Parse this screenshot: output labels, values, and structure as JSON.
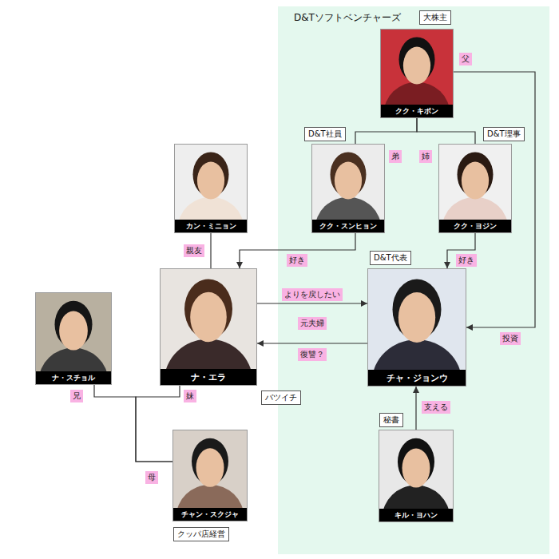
{
  "diagram": {
    "nodes": [
      {
        "text": [
          "D&Tソフトベンチャーズ"
        ]
      },
      {
        "text": [
          "大株主",
          "クク・キボン"
        ],
        "in": 0
      },
      {
        "text": [
          "カン・ミニョン"
        ]
      },
      {
        "text": [
          "D&T社員",
          "クク・スンヒョン"
        ],
        "in": 0
      },
      {
        "text": [
          "D&T理事",
          "クク・ヨジン"
        ],
        "in": 0
      },
      {
        "text": [
          "ナ・エラ",
          "バツイチ"
        ]
      },
      {
        "text": [
          "D&T代表",
          "チャ・ジョンウ"
        ],
        "in": 0
      },
      {
        "text": [
          "ナ・スチョル"
        ]
      },
      {
        "text": [
          "チャン・スクジャ",
          "クッパ店経営"
        ]
      },
      {
        "text": [
          "秘書",
          "キル・ヨハン"
        ],
        "in": 0
      }
    ],
    "edges": [
      {
        "from": 1,
        "to": 3,
        "label": "弟",
        "arrow": "none"
      },
      {
        "from": 1,
        "to": 4,
        "label": "姉",
        "arrow": "none"
      },
      {
        "from": 1,
        "to": 6,
        "label": "投資",
        "arrow": "to"
      },
      {
        "from": 3,
        "to": 5,
        "label": "好き",
        "arrow": "to"
      },
      {
        "from": 4,
        "to": 6,
        "label": "好き",
        "arrow": "to"
      },
      {
        "from": 2,
        "to": 5,
        "label": "親友",
        "arrow": "none"
      },
      {
        "from": 5,
        "to": 6,
        "label": "よりを戻したい",
        "arrow": "to"
      },
      {
        "from": 6,
        "to": 5,
        "label": "復讐？",
        "arrow": "to"
      },
      {
        "from": 8,
        "to": 7,
        "label": "兄",
        "arrow": "none"
      },
      {
        "from": 8,
        "to": 5,
        "label": "妹",
        "arrow": "none"
      },
      {
        "from": 9,
        "to": 6,
        "label": "支える",
        "arrow": "to"
      }
    ],
    "labels": [
      "父",
      "元夫婦",
      "母"
    ]
  }
}
